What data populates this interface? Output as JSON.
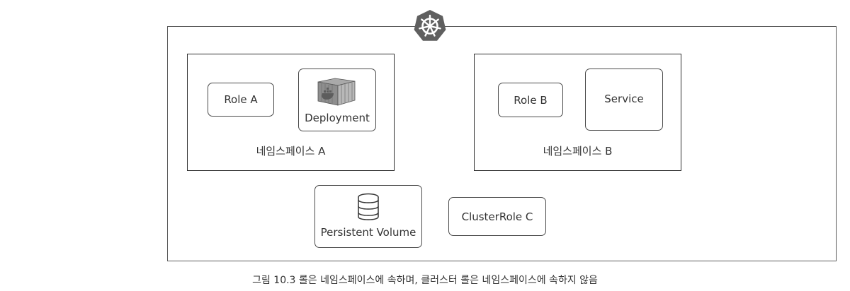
{
  "cluster": {
    "icon": "kubernetes-helm-icon"
  },
  "namespace_a": {
    "label": "네임스페이스 A",
    "role": "Role A",
    "deployment": "Deployment",
    "deployment_icon": "docker-container-icon"
  },
  "namespace_b": {
    "label": "네임스페이스 B",
    "role": "Role B",
    "service": "Service"
  },
  "cluster_scoped": {
    "persistent_volume": "Persistent Volume",
    "persistent_volume_icon": "database-cylinder-icon",
    "cluster_role": "ClusterRole C"
  },
  "caption": "그림 10.3 롤은 네임스페이스에 속하며, 클러스터 롤은 네임스페이스에 속하지 않음",
  "colors": {
    "k8s_logo": "#5f5f5f",
    "border": "#333333",
    "text": "#333333"
  }
}
